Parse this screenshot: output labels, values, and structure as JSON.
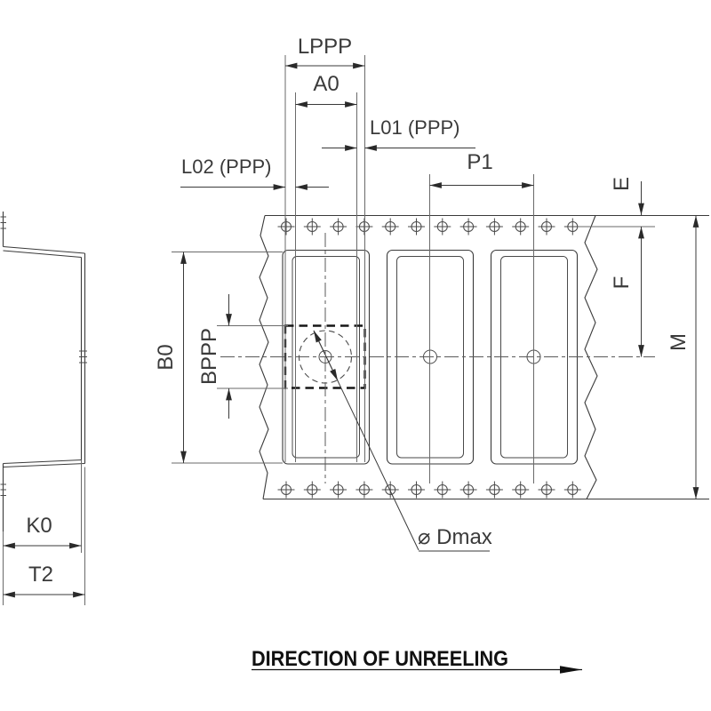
{
  "drawing": {
    "type": "technical-dimension-drawing",
    "subject": "carrier tape with component pockets (side view and front view)",
    "labels": {
      "lppp": "LPPP",
      "a0": "A0",
      "l01": "L01 (PPP)",
      "l02": "L02 (PPP)",
      "p1": "P1",
      "e": "E",
      "f": "F",
      "m": "M",
      "b0": "B0",
      "bppp": "BPPP",
      "k0": "K0",
      "t2": "T2",
      "dmax": "⌀ Dmax",
      "direction": "DIRECTION OF UNREELING"
    },
    "colors": {
      "background": "#ffffff",
      "line": "#3a3a3a",
      "component_outline": "#161616",
      "text": "#3a3a3a"
    }
  }
}
